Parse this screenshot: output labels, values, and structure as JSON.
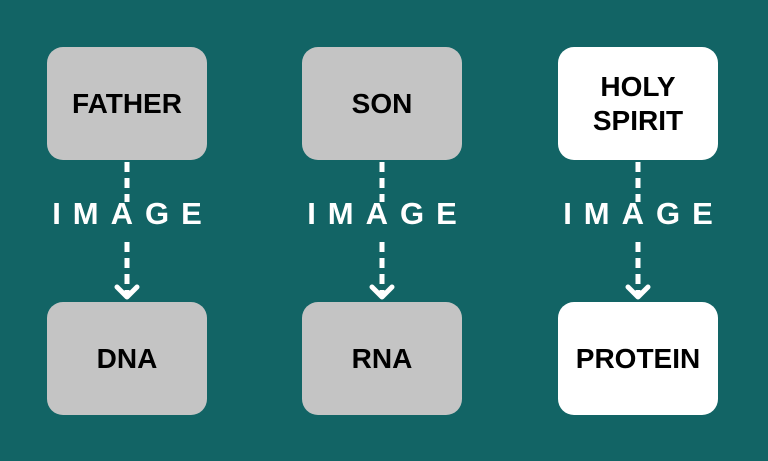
{
  "colors": {
    "background": "#126465",
    "gray_box": "#c4c4c4",
    "white_box": "#ffffff",
    "connector": "#ffffff",
    "box_text": "#000000"
  },
  "columns": [
    {
      "top": {
        "label": "FATHER",
        "style": "gray"
      },
      "connector": {
        "label": "IMAGE"
      },
      "bottom": {
        "label": "DNA",
        "style": "gray"
      }
    },
    {
      "top": {
        "label": "SON",
        "style": "gray"
      },
      "connector": {
        "label": "IMAGE"
      },
      "bottom": {
        "label": "RNA",
        "style": "gray"
      }
    },
    {
      "top": {
        "label": "HOLY\nSPIRIT",
        "style": "white"
      },
      "connector": {
        "label": "IMAGE"
      },
      "bottom": {
        "label": "PROTEIN",
        "style": "white"
      }
    }
  ]
}
